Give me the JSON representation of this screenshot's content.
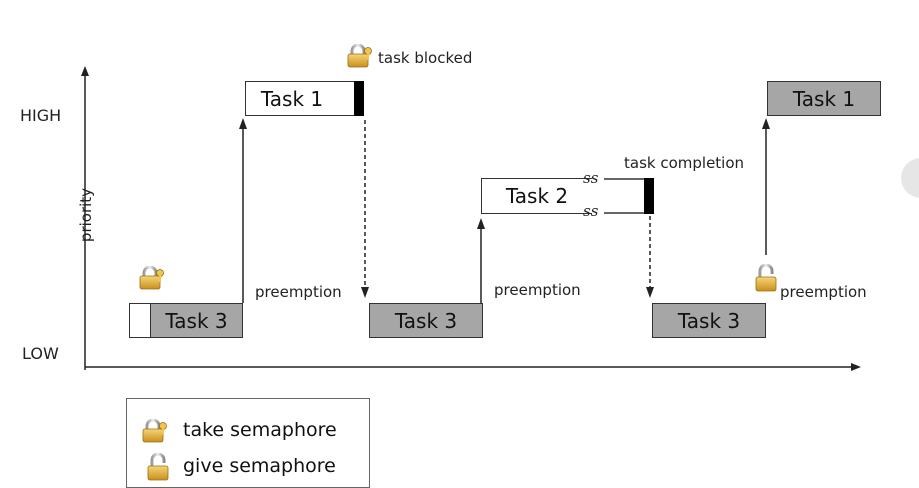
{
  "axis": {
    "y_label": "priority",
    "high_label": "HIGH",
    "low_label": "LOW"
  },
  "tasks": {
    "task3_start": "Task 3",
    "task1_first": "Task 1",
    "task3_mid": "Task 3",
    "task2": "Task 2",
    "task3_end": "Task 3",
    "task1_final": "Task 1"
  },
  "annotations": {
    "task_blocked": "task blocked",
    "task_completion": "task completion",
    "preemption_1": "preemption",
    "preemption_2": "preemption",
    "preemption_3": "preemption",
    "break_mark_top": "ss",
    "break_mark_bottom": "ss"
  },
  "legend": {
    "take": "take semaphore",
    "give": "give semaphore"
  },
  "icons": {
    "take": "lock-closed-key-icon",
    "give": "lock-open-icon"
  },
  "colors": {
    "task_fill": "#a6a6a6",
    "block_bar": "#000000",
    "lock_gold": "#e2b53a"
  }
}
